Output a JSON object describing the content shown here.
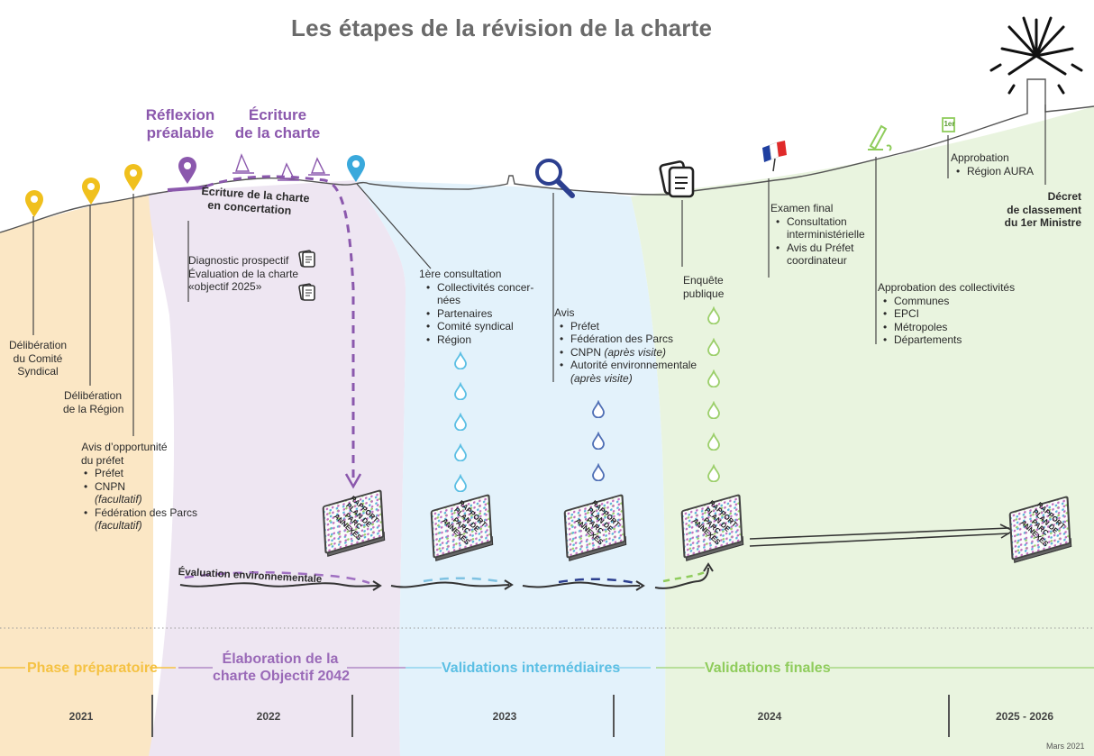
{
  "title": "Les étapes de la révision de la charte",
  "phase_headers": {
    "reflexion": [
      "Réflexion",
      "préalable"
    ],
    "ecriture": [
      "Écriture",
      "de la charte"
    ]
  },
  "ecriture_concertation": [
    "Écriture de la charte",
    "en concertation"
  ],
  "diagnostic": [
    "Diagnostic prospectif",
    "Évaluation de la charte",
    "«objectif 2025»"
  ],
  "evaluation_env": "Évaluation environnementale",
  "deliberation_comite": [
    "Délibération",
    "du Comité",
    "Syndical"
  ],
  "deliberation_region": [
    "Délibération",
    "de la Région"
  ],
  "avis_opportunite": {
    "title": [
      "Avis d’opportunité",
      "du préfet"
    ],
    "items": [
      {
        "label": "Préfet",
        "note": ""
      },
      {
        "label": "CNPN",
        "note": "(facultatif)"
      },
      {
        "label": "Fédération des Parcs",
        "note": "(facultatif)"
      }
    ]
  },
  "consultation": {
    "title": "1ère consultation",
    "items": [
      "Collectivités concer-",
      "nées",
      "Partenaires",
      "Comité syndical",
      "Région"
    ]
  },
  "avis": {
    "title": "Avis",
    "items": [
      {
        "label": "Préfet",
        "note": ""
      },
      {
        "label": "Fédération des Parcs",
        "note": ""
      },
      {
        "label": "CNPN",
        "note": "(après visite)"
      },
      {
        "label": "Autorité environnementale",
        "note": "(après visite)"
      }
    ]
  },
  "enquete": [
    "Enquête",
    "publique"
  ],
  "examen_final": {
    "title": "Examen final",
    "items": [
      "Consultation",
      "interministérielle",
      "Avis du Préfet",
      "coordinateur"
    ]
  },
  "approbation_collectivites": {
    "title": "Approbation des collectivités",
    "items": [
      "Communes",
      "EPCI",
      "Métropoles",
      "Départements"
    ]
  },
  "approbation": {
    "title": "Approbation",
    "items": [
      "Région AURA"
    ]
  },
  "decret": [
    "Décret",
    "de classement",
    "du 1er Ministre"
  ],
  "badge_first": "1er",
  "book_text": [
    "RAPPORT",
    "PLAN DE",
    "PARC",
    "ANNEXES"
  ],
  "phases": [
    {
      "label": [
        "Phase préparatoire"
      ],
      "color": "#f5c242"
    },
    {
      "label": [
        "Élaboration de la",
        "charte Objectif 2042"
      ],
      "color": "#9a6ab8"
    },
    {
      "label": [
        "Validations intermédiaires"
      ],
      "color": "#5bbfe4"
    },
    {
      "label": [
        "Validations finales"
      ],
      "color": "#8fcc5c"
    }
  ],
  "years": [
    "2021",
    "2022",
    "2023",
    "2024",
    "2025 - 2026"
  ],
  "date": "Mars 2021",
  "icons": [
    "pin-yellow-icon",
    "pin-purple-icon",
    "pin-blue-icon",
    "sailboat-icon",
    "magnifier-icon",
    "document-icon",
    "french-flag-icon",
    "pen-icon",
    "firework-icon",
    "water-drop-icon",
    "book-icon"
  ],
  "colors": {
    "prep": "#fbe7c5",
    "elaboration": "#eee6f2",
    "intermediate": "#e3f2fb",
    "final": "#e9f4df",
    "purple": "#8b58ad",
    "yellow": "#f0c01d",
    "blue": "#3aa9dc",
    "navy": "#2c3f8f",
    "green": "#8fcc5c"
  }
}
